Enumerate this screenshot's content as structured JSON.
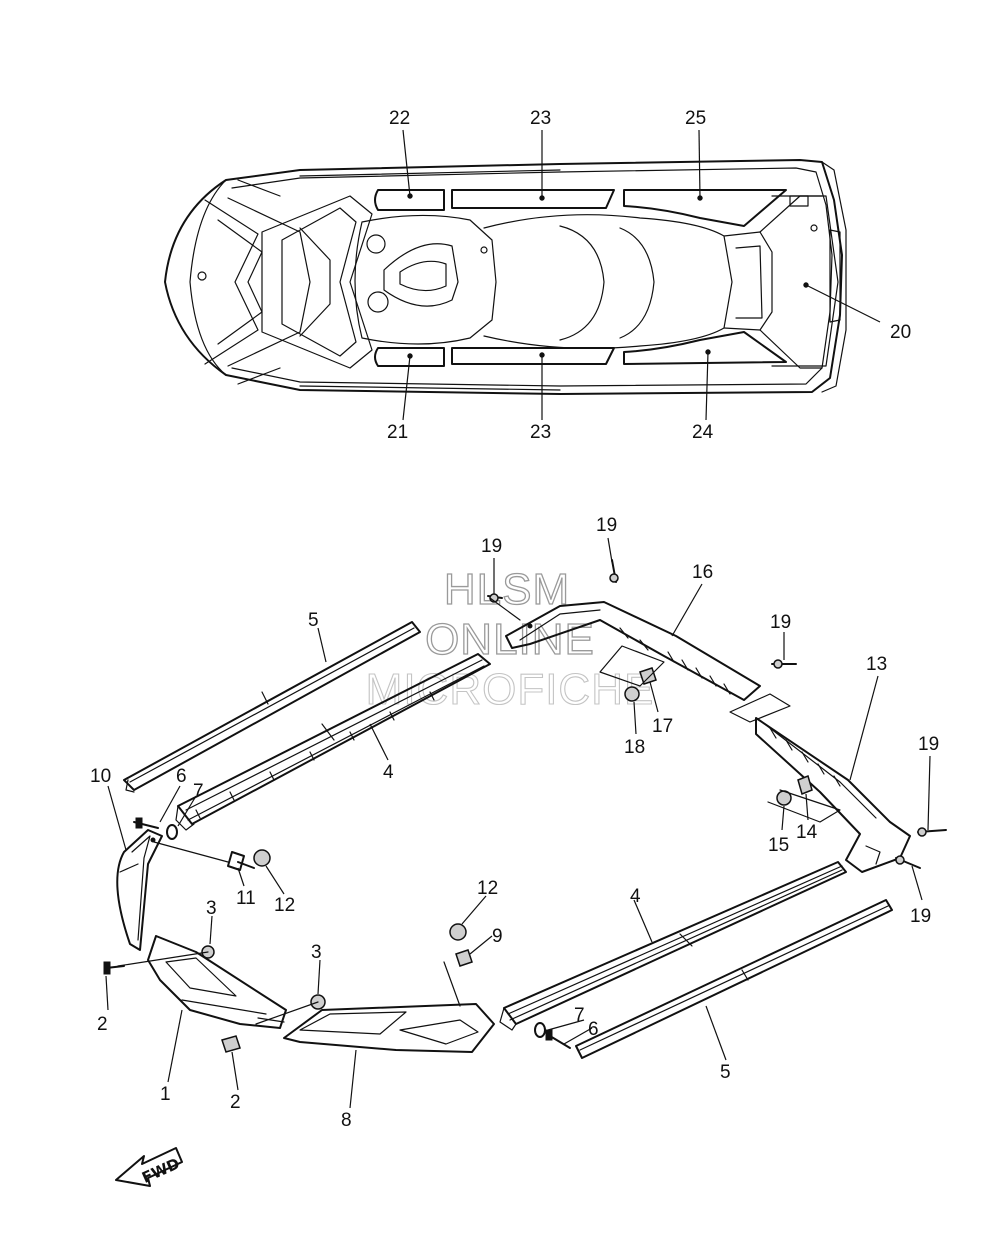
{
  "watermark": {
    "line1": "HLSM",
    "line2": "ONLINE",
    "line3": "MICROFICHE"
  },
  "direction_arrow": {
    "label": "FWD",
    "icon": "forward-arrow-icon"
  },
  "callouts": {
    "c22": "22",
    "c23_top": "23",
    "c25": "25",
    "c20": "20",
    "c21": "21",
    "c23_bottom": "23",
    "c24": "24",
    "c19_a": "19",
    "c19_b": "19",
    "c16": "16",
    "c19_c": "19",
    "c17": "17",
    "c18": "18",
    "c13": "13",
    "c19_d": "19",
    "c14": "14",
    "c15": "15",
    "c19_e": "19",
    "c5_left": "5",
    "c4_left": "4",
    "c10": "10",
    "c6_left": "6",
    "c7_left": "7",
    "c11": "11",
    "c12_left": "12",
    "c3_left": "3",
    "c2_left": "2",
    "c3_mid": "3",
    "c1": "1",
    "c2_mid": "2",
    "c8": "8",
    "c12_mid": "12",
    "c9": "9",
    "c4_right": "4",
    "c7_right": "7",
    "c6_right": "6",
    "c5_right": "5"
  }
}
